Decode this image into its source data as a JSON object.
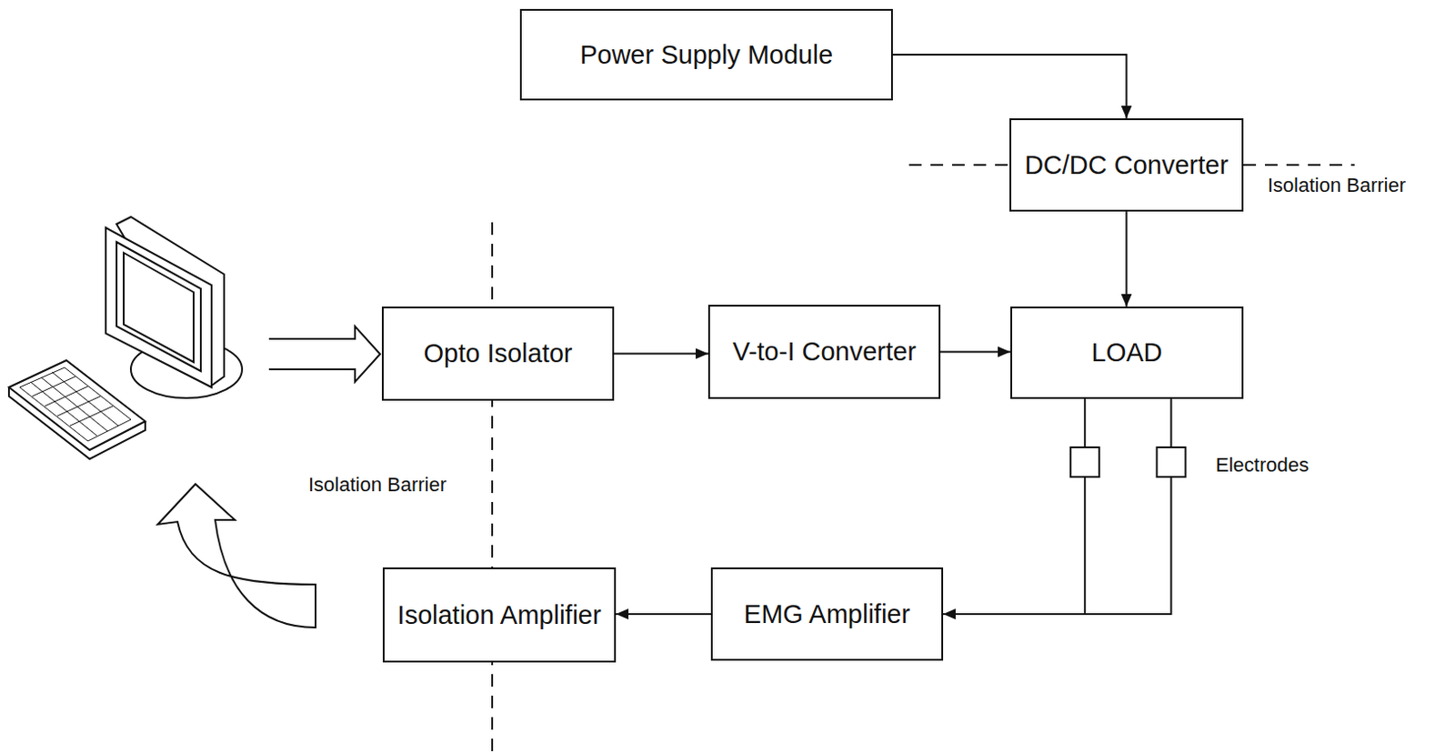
{
  "diagram": {
    "nodes": [
      {
        "text": [
          "Power Supply Module"
        ]
      },
      {
        "text": [
          "DC/DC Converter"
        ]
      },
      {
        "text": [
          "Opto Isolator"
        ]
      },
      {
        "text": [
          "V-to-I Converter"
        ]
      },
      {
        "text": [
          "LOAD"
        ]
      },
      {
        "text": [
          "Isolation Amplifier"
        ]
      },
      {
        "text": [
          "EMG Amplifier"
        ]
      }
    ],
    "edges": [
      {
        "from": 0,
        "to": 1,
        "arrow": "to"
      },
      {
        "from": 1,
        "to": 4,
        "arrow": "to"
      },
      {
        "from": 2,
        "to": 3,
        "arrow": "to"
      },
      {
        "from": 3,
        "to": 4,
        "arrow": "to"
      },
      {
        "from": 6,
        "to": 5,
        "arrow": "to"
      },
      {
        "from": 4,
        "to": 6,
        "arrow": "to"
      }
    ],
    "labels": [
      "Isolation Barrier",
      "Isolation Barrier",
      "Electrodes"
    ]
  }
}
